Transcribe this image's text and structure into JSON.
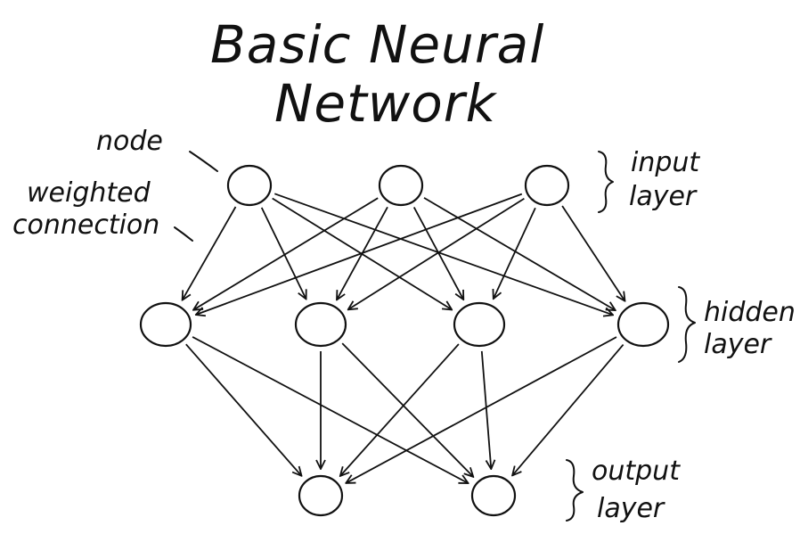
{
  "title": {
    "line1": "Basic Neural",
    "line2": "Network"
  },
  "annotations": {
    "node": "node",
    "weighted_line1": "weighted",
    "weighted_line2": "connection"
  },
  "layers": {
    "input": {
      "line1": "input",
      "line2": "layer",
      "count": 3
    },
    "hidden": {
      "line1": "hidden",
      "line2": "layer",
      "count": 4
    },
    "output": {
      "line1": "output",
      "line2": "layer",
      "count": 2
    }
  },
  "connections": "fully-connected",
  "colors": {
    "ink": "#111111",
    "background": "#ffffff"
  }
}
